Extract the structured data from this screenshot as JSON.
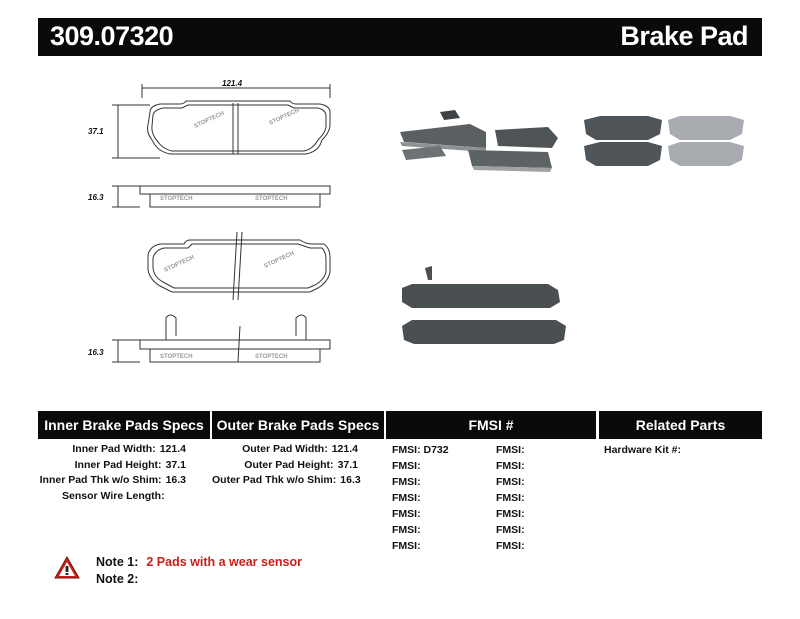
{
  "header": {
    "part_number": "309.07320",
    "category": "Brake Pad"
  },
  "drawing": {
    "width_dim": "121.4",
    "height_dim": "37.1",
    "thickness_dim_1": "16.3",
    "thickness_dim_2": "16.3",
    "pad_stamp": "STOPTECH"
  },
  "sections": {
    "inner": "Inner Brake Pads Specs",
    "outer": "Outer Brake Pads Specs",
    "fmsi": "FMSI #",
    "related": "Related Parts"
  },
  "inner_specs": [
    {
      "label": "Inner Pad Width:",
      "value": "121.4"
    },
    {
      "label": "Inner Pad Height:",
      "value": "37.1"
    },
    {
      "label": "Inner Pad Thk w/o Shim:",
      "value": "16.3"
    },
    {
      "label": "Sensor Wire Length:",
      "value": ""
    }
  ],
  "outer_specs": [
    {
      "label": "Outer Pad Width:",
      "value": "121.4"
    },
    {
      "label": "Outer Pad Height:",
      "value": "37.1"
    },
    {
      "label": "Outer Pad Thk w/o Shim:",
      "value": "16.3"
    }
  ],
  "fmsi_left": [
    {
      "label": "FMSI:",
      "value": "D732"
    },
    {
      "label": "FMSI:",
      "value": ""
    },
    {
      "label": "FMSI:",
      "value": ""
    },
    {
      "label": "FMSI:",
      "value": ""
    },
    {
      "label": "FMSI:",
      "value": ""
    },
    {
      "label": "FMSI:",
      "value": ""
    },
    {
      "label": "FMSI:",
      "value": ""
    }
  ],
  "fmsi_right": [
    {
      "label": "FMSI:",
      "value": ""
    },
    {
      "label": "FMSI:",
      "value": ""
    },
    {
      "label": "FMSI:",
      "value": ""
    },
    {
      "label": "FMSI:",
      "value": ""
    },
    {
      "label": "FMSI:",
      "value": ""
    },
    {
      "label": "FMSI:",
      "value": ""
    },
    {
      "label": "FMSI:",
      "value": ""
    }
  ],
  "related": {
    "hardware_label": "Hardware Kit #:",
    "hardware_value": ""
  },
  "notes": {
    "note1_label": "Note 1:",
    "note1_value": "2 Pads with a wear sensor",
    "note2_label": "Note 2:",
    "note2_value": ""
  },
  "colors": {
    "bar": "#0a0a0a",
    "note_red": "#c8201a",
    "pad_dark": "#4a4f52",
    "pad_light": "#a9adb0"
  }
}
